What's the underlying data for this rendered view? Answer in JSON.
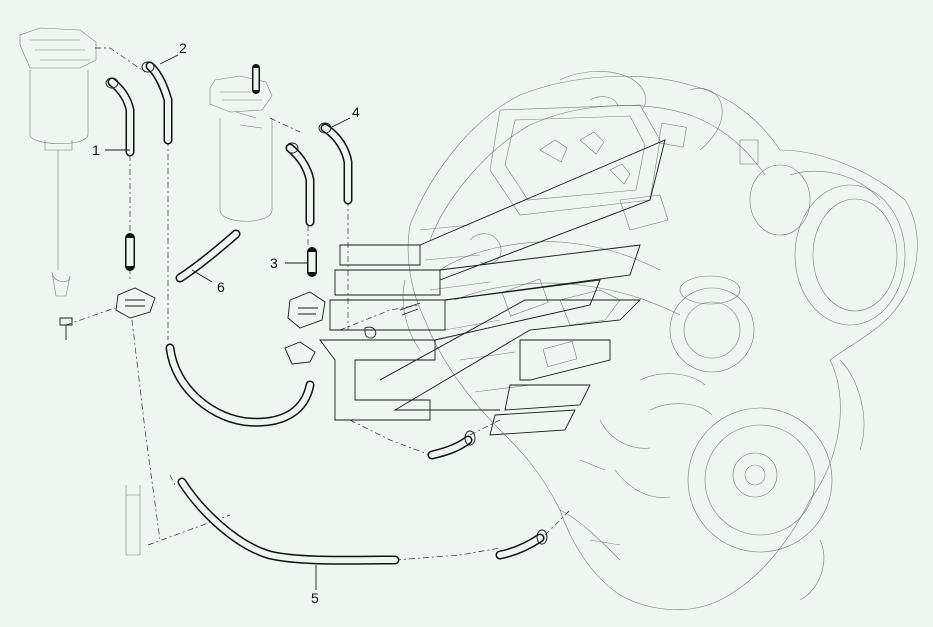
{
  "callouts": [
    {
      "id": "1",
      "label": "1"
    },
    {
      "id": "2",
      "label": "2"
    },
    {
      "id": "3",
      "label": "3"
    },
    {
      "id": "4",
      "label": "4"
    },
    {
      "id": "5",
      "label": "5"
    },
    {
      "id": "6",
      "label": "6"
    }
  ],
  "colors": {
    "background": "#eef6f2",
    "line": "#111111",
    "ghost_line": "#555555"
  },
  "icons": [
    "fuel-filter-left",
    "fuel-filter-right",
    "engine-block",
    "fuel-hoses",
    "clamps",
    "banjo-fitting",
    "bolt"
  ]
}
